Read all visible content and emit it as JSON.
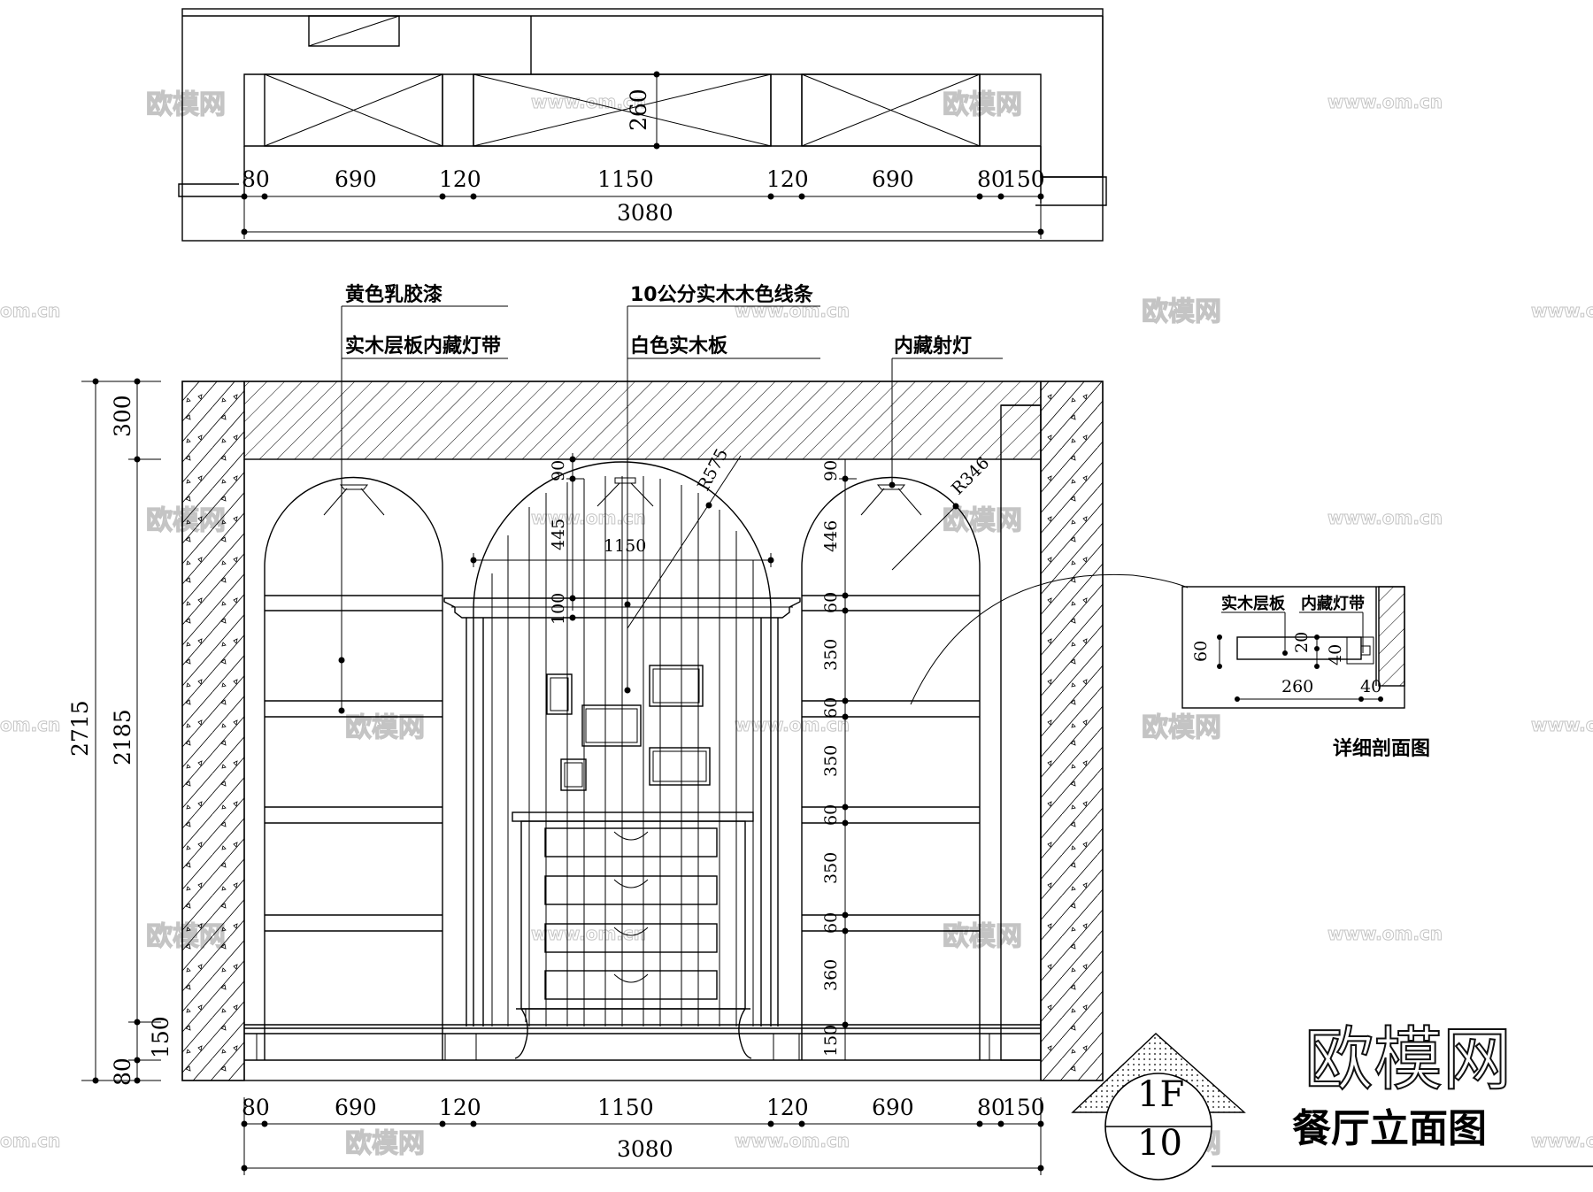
{
  "title": "餐厅立面图",
  "logo_text": "欧模网",
  "badge": {
    "floor": "1F",
    "number": "10"
  },
  "watermark": {
    "text": "欧模网",
    "url": "www.om.cn",
    "url_short": "om.cn"
  },
  "plan": {
    "depth_dim": "260",
    "segments": [
      "80",
      "690",
      "120",
      "1150",
      "120",
      "690",
      "80",
      "150"
    ],
    "total": "3080"
  },
  "elevation": {
    "labels": {
      "yellow_paint": "黄色乳胶漆",
      "shelf_light": "实木层板内藏灯带",
      "wood_strip": "10公分实木木色线条",
      "white_board": "白色实木板",
      "spotlight": "内藏射灯"
    },
    "left_dims": {
      "overall": "2715",
      "inner": "2185",
      "top": "300",
      "base": "150",
      "floor": "80"
    },
    "arch": {
      "top_gap": "90",
      "arch_height": "445",
      "cornice": "100",
      "width": "1150",
      "radius": "R575"
    },
    "right_arch": {
      "top_gap": "90",
      "arch_height": "446",
      "radius": "R346"
    },
    "shelf_dims": [
      "60",
      "350",
      "60",
      "350",
      "60",
      "350",
      "60",
      "360",
      "150"
    ],
    "bottom_segments": [
      "80",
      "690",
      "120",
      "1150",
      "120",
      "690",
      "80",
      "150"
    ],
    "bottom_total": "3080"
  },
  "detail": {
    "title": "详细剖面图",
    "shelf_label": "实木层板",
    "light_label": "内藏灯带",
    "dims": {
      "height": "60",
      "d20": "20",
      "d40": "40",
      "width": "260",
      "w40": "40"
    }
  }
}
